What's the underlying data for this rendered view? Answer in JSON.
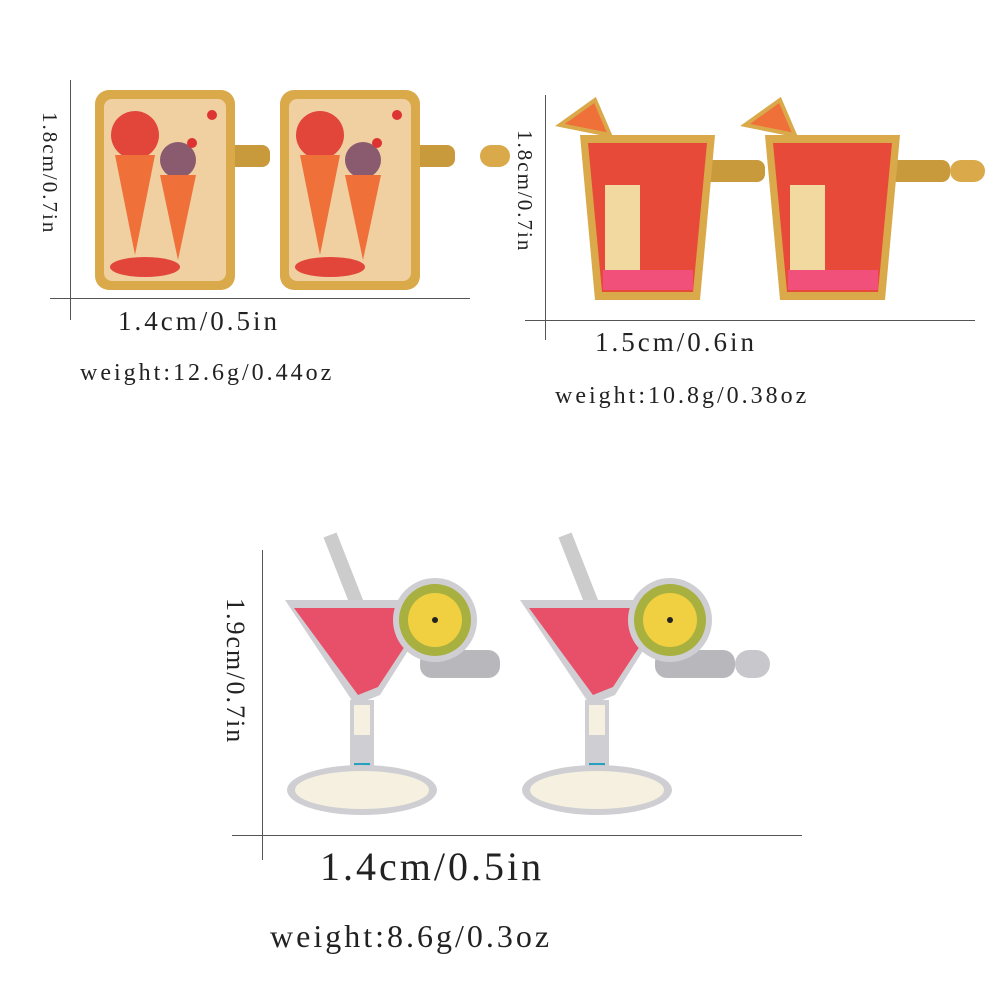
{
  "products": [
    {
      "name": "ice-cream-cufflinks",
      "height_label": "1.8cm/0.7in",
      "width_label": "1.4cm/0.5in",
      "weight_label": "weight:12.6g/0.44oz",
      "finish_color": "#d9a94a"
    },
    {
      "name": "cocktail-cup-cufflinks",
      "height_label": "1.8cm/0.7in",
      "width_label": "1.5cm/0.6in",
      "weight_label": "weight:10.8g/0.38oz",
      "finish_color": "#d9a94a"
    },
    {
      "name": "martini-glass-cufflinks",
      "height_label": "1.9cm/0.7in",
      "width_label": "1.4cm/0.5in",
      "weight_label": "weight:8.6g/0.3oz",
      "finish_color": "#c8c8cc"
    }
  ]
}
